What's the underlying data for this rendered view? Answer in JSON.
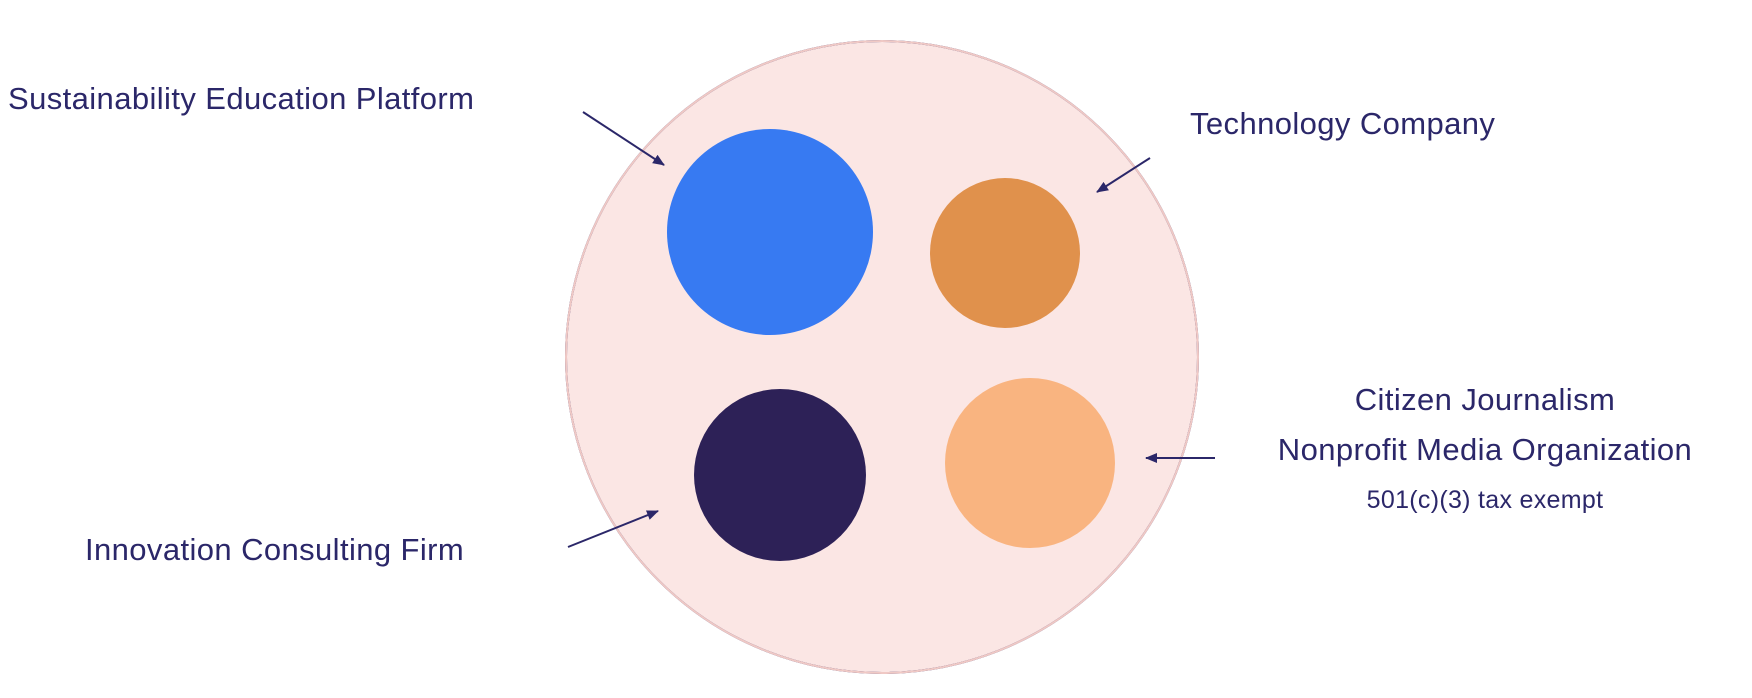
{
  "diagram": {
    "text_color": "#2b2769",
    "arrow_color": "#2b2769",
    "outer_circle": {
      "fill": "#fbe6e4",
      "border": "#f0c9c5"
    },
    "nodes": [
      {
        "id": "sustainability",
        "label": "Sustainability Education Platform",
        "color": "#377af2"
      },
      {
        "id": "technology",
        "label": "Technology Company",
        "color": "#e0914c"
      },
      {
        "id": "innovation",
        "label": "Innovation Consulting Firm",
        "color": "#2d2157"
      },
      {
        "id": "nonprofit",
        "label_lines": [
          "Citizen Journalism",
          "Nonprofit Media Organization"
        ],
        "sub_label": "501(c)(3) tax exempt",
        "color": "#f9b480"
      }
    ]
  }
}
